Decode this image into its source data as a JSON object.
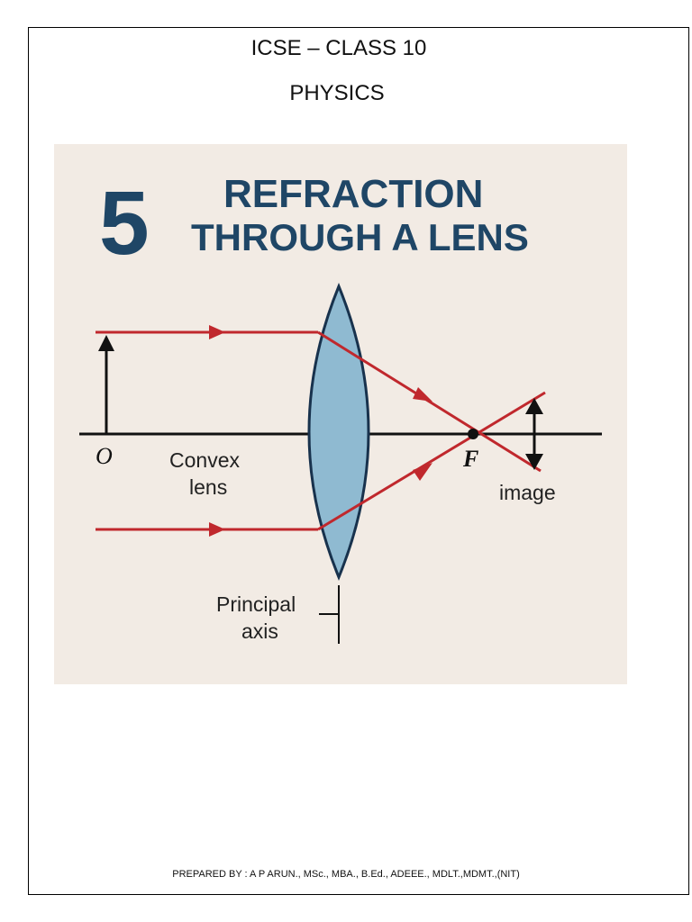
{
  "header": {
    "course": "ICSE – CLASS 10",
    "subject": "PHYSICS"
  },
  "cover": {
    "chapter_number": "5",
    "title_line1": "REFRACTION",
    "title_line2": "THROUGH A LENS",
    "colors": {
      "background": "#f2ebe4",
      "title": "#1f4666",
      "ray": "#c0282d",
      "lens_fill": "#8fbad1",
      "lens_stroke": "#18324d",
      "axis": "#111111"
    },
    "labels": {
      "object": "O",
      "lens_line1": "Convex",
      "lens_line2": "lens",
      "focus": "F",
      "image": "image",
      "axis_line1": "Principal",
      "axis_line2": "axis"
    }
  },
  "footer": {
    "prepared_by": "PREPARED BY : A P ARUN., MSc., MBA., B.Ed., ADEEE., MDLT.,MDMT.,(NIT)"
  }
}
